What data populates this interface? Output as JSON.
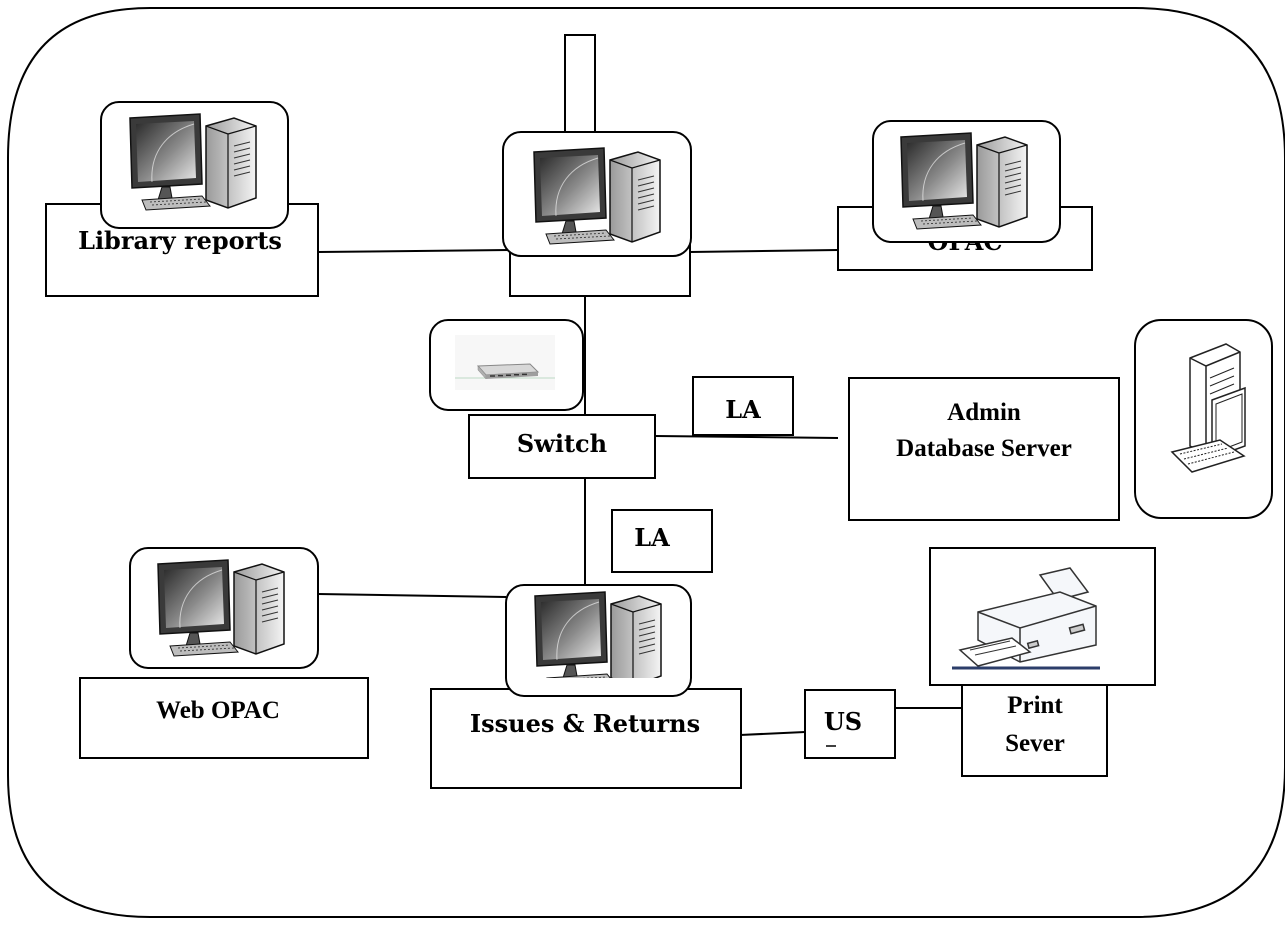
{
  "diagram": {
    "nodes": {
      "library_reports": {
        "label": "Library reports",
        "icon": "computer-icon"
      },
      "central": {
        "label": "",
        "icon": "computer-icon"
      },
      "opac": {
        "label": "OPAC",
        "icon": "computer-icon"
      },
      "switch": {
        "label": "Switch",
        "icon": "network-switch-icon"
      },
      "admin_server": {
        "label_line1": "Admin",
        "label_line2": "Database Server",
        "icon": "server-tower-icon"
      },
      "web_opac": {
        "label": "Web OPAC",
        "icon": "computer-icon"
      },
      "issues_returns": {
        "label": "Issues & Returns",
        "icon": "computer-icon"
      },
      "print_server": {
        "label_line1": "Print",
        "label_line2": "Sever",
        "icon": "printer-icon"
      }
    },
    "link_labels": {
      "switch_admin": "LA",
      "switch_issues": "LA",
      "issues_print": "US"
    },
    "colors": {
      "stroke": "#000000",
      "monitor_screen": "#6b6b6b",
      "background": "#ffffff"
    }
  }
}
